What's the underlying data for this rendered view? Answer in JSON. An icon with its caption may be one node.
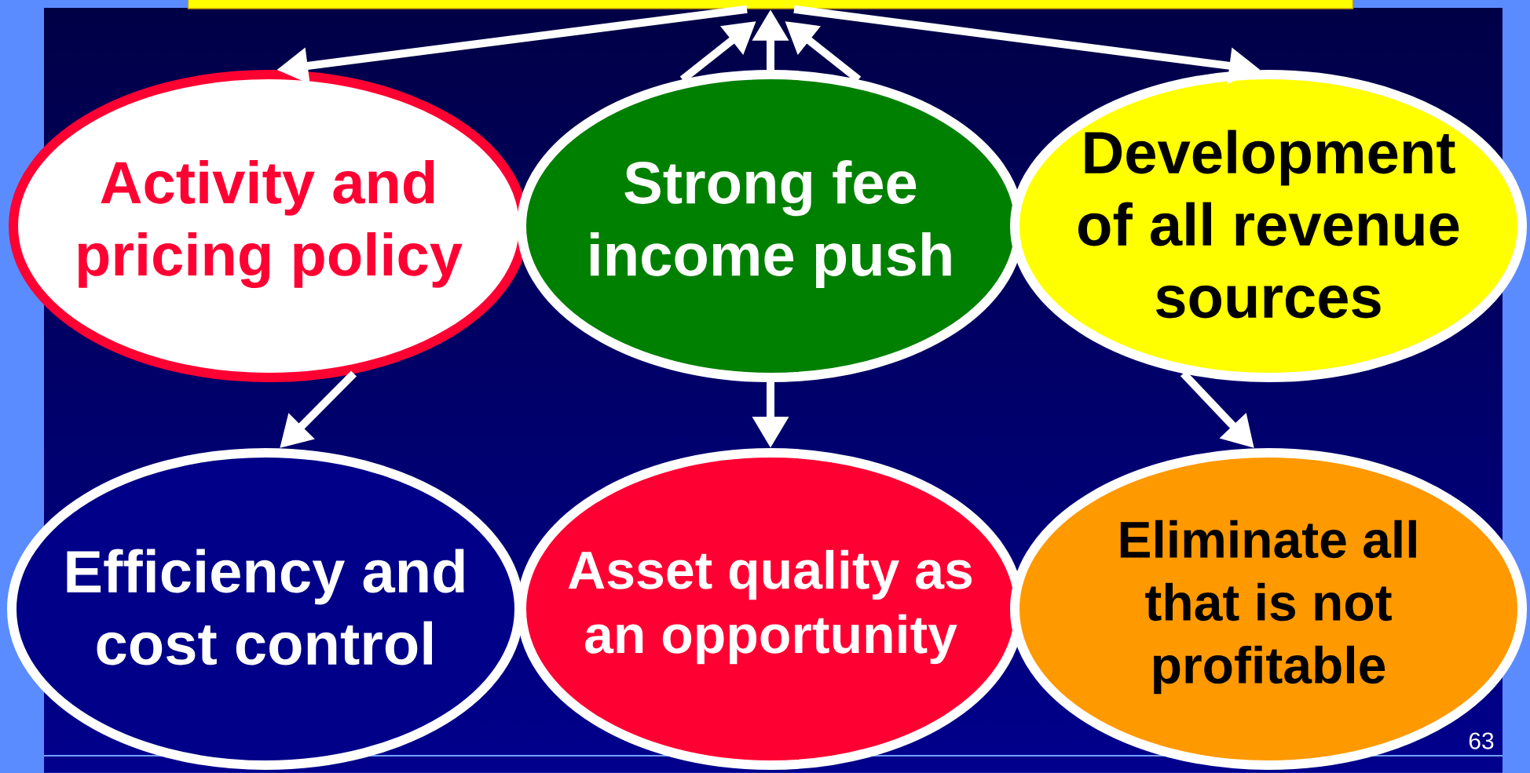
{
  "diagram": {
    "nodes": [
      {
        "text": [],
        "shape": "bar"
      },
      {
        "text": [
          "Activity and pricing policy"
        ]
      },
      {
        "text": [
          "Strong fee income push"
        ]
      },
      {
        "text": [
          "Development of all revenue sources"
        ]
      },
      {
        "text": [
          "Efficiency and cost control"
        ]
      },
      {
        "text": [
          "Asset quality as an opportunity"
        ]
      },
      {
        "text": [
          "Eliminate all that is not profitable"
        ]
      }
    ],
    "edges": [
      {
        "from": 0,
        "to": 1,
        "arrow": "to"
      },
      {
        "from": 2,
        "to": 0,
        "arrow": "to"
      },
      {
        "from": 2,
        "to": 0,
        "arrow": "to"
      },
      {
        "from": 2,
        "to": 0,
        "arrow": "to"
      },
      {
        "from": 0,
        "to": 3,
        "arrow": "to"
      },
      {
        "from": 1,
        "to": 4,
        "arrow": "to"
      },
      {
        "from": 2,
        "to": 5,
        "arrow": "to"
      },
      {
        "from": 3,
        "to": 6,
        "arrow": "to"
      }
    ],
    "labels": [
      "63"
    ]
  }
}
